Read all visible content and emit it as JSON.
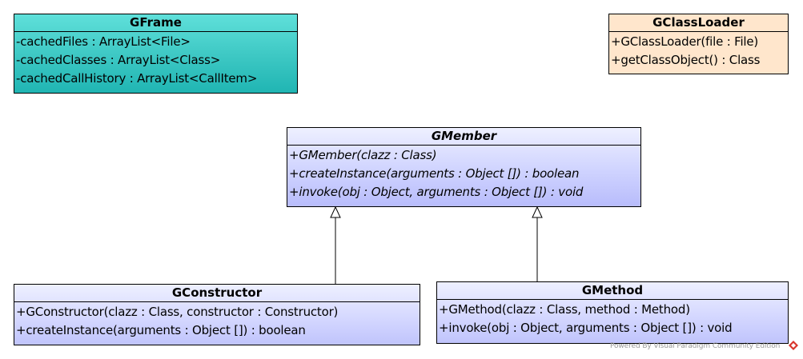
{
  "classes": {
    "gframe": {
      "name": "GFrame",
      "members": [
        "-cachedFiles : ArrayList<File>",
        "-cachedClasses : ArrayList<Class>",
        "-cachedCallHistory : ArrayList<CallItem>"
      ]
    },
    "gclassloader": {
      "name": "GClassLoader",
      "members": [
        "+GClassLoader(file : File)",
        "+getClassObject() : Class"
      ]
    },
    "gmember": {
      "name": "GMember",
      "abstract": true,
      "members": [
        "+GMember(clazz : Class)",
        "+createInstance(arguments : Object []) : boolean",
        "+invoke(obj : Object, arguments : Object []) : void"
      ]
    },
    "gconstructor": {
      "name": "GConstructor",
      "members": [
        "+GConstructor(clazz : Class, constructor : Constructor)",
        "+createInstance(arguments : Object []) : boolean"
      ]
    },
    "gmethod": {
      "name": "GMethod",
      "members": [
        "+GMethod(clazz : Class, method : Method)",
        "+invoke(obj : Object, arguments : Object []) : void"
      ]
    }
  },
  "relationships": [
    {
      "type": "generalization",
      "from": "GConstructor",
      "to": "GMember"
    },
    {
      "type": "generalization",
      "from": "GMethod",
      "to": "GMember"
    }
  ],
  "watermark": "Powered By  Visual Paradigm Community Edition",
  "colors": {
    "gframe_fill": "#3cc7c3",
    "gclassloader_fill": "#ffe6cc",
    "member_fill": "#cfd3ff",
    "logo_red": "#d9342b"
  }
}
